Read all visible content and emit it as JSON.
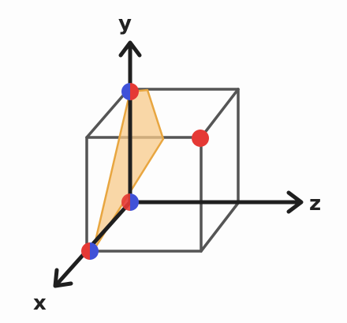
{
  "axes": {
    "x_label": "x",
    "y_label": "y",
    "z_label": "z"
  },
  "colors": {
    "background": "#fdfdfd",
    "cube_edge": "#555555",
    "axis": "#1f1f1f",
    "plane_fill": "#f7c98a",
    "plane_stroke": "#e8a640",
    "point_red": "#e53935",
    "point_blue": "#3f51d8"
  },
  "figure": {
    "shape": "unit-cube",
    "plane": "shaded-plane-through-cube",
    "marked_points": [
      {
        "name": "point-on-x-axis",
        "style": "red-blue"
      },
      {
        "name": "point-on-y-axis",
        "style": "red-blue"
      },
      {
        "name": "origin",
        "style": "red-blue"
      },
      {
        "name": "cube-corner",
        "style": "red"
      }
    ]
  }
}
